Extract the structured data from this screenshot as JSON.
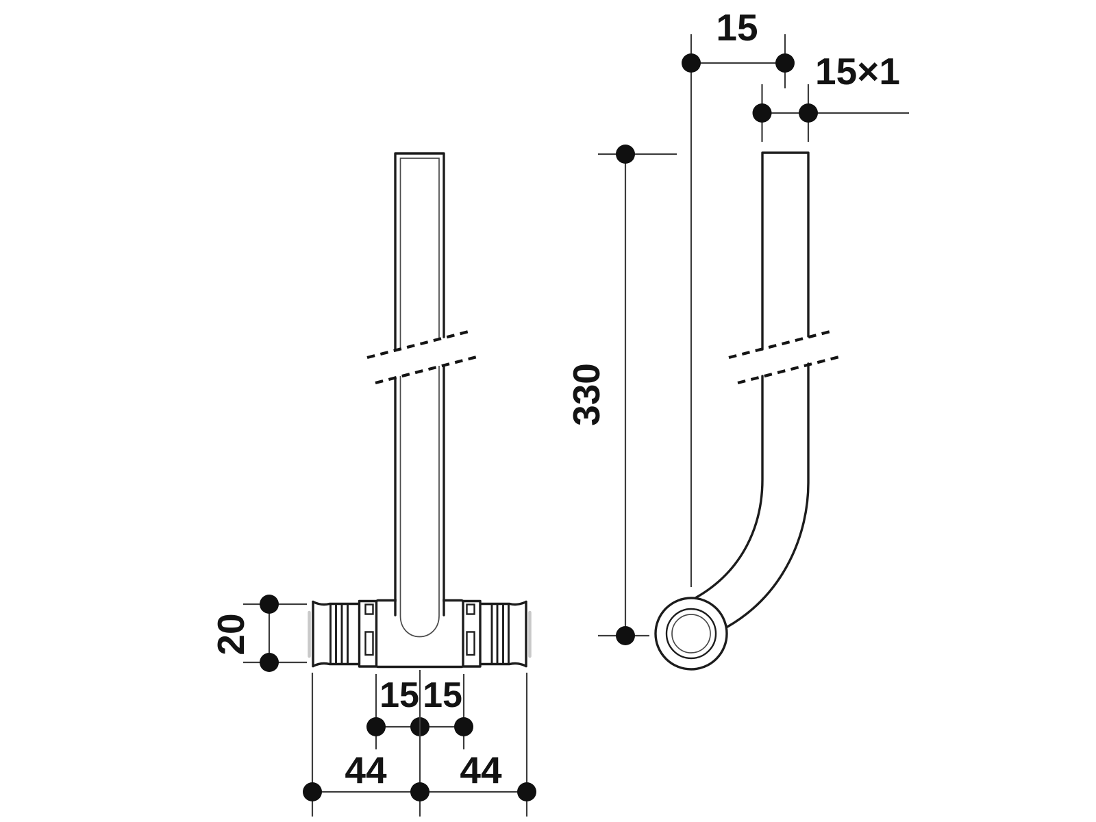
{
  "drawing": {
    "kind": "pipe-fitting-technical-drawing",
    "views": {
      "front": {
        "name": "tee-fitting-front-view"
      },
      "side": {
        "name": "bent-pipe-side-view"
      }
    }
  },
  "dimensions": {
    "front": {
      "sleeve_od": "20",
      "insert_left": "15",
      "insert_right": "15",
      "width_left": "44",
      "width_right": "44"
    },
    "side": {
      "offset_top": "15",
      "pipe_spec": "15×1",
      "length": "330"
    }
  },
  "colors": {
    "background": "#ffffff",
    "outline": "#1c1c1c",
    "dimension_line": "#3c3c3c",
    "dot": "#101010",
    "shadow": "#c9c9c9",
    "label": "#131313"
  }
}
